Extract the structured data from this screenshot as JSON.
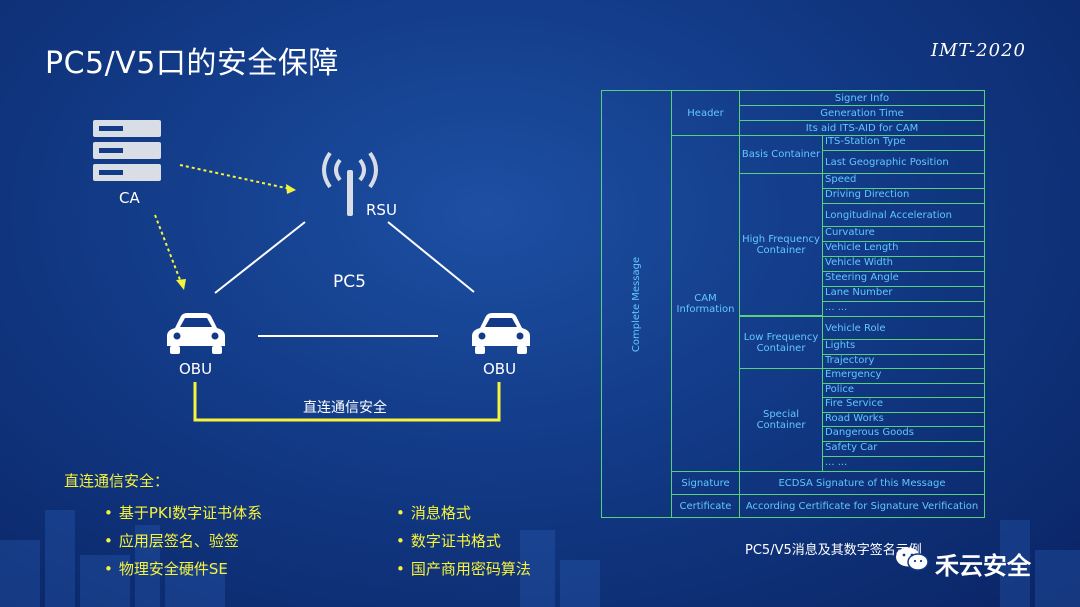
{
  "title": "PC5/V5口的安全保障",
  "logo_text": "IMT-2020",
  "diagram": {
    "ca_label": "CA",
    "rsu_label": "RSU",
    "pc5_label": "PC5",
    "obu_left_label": "OBU",
    "obu_right_label": "OBU",
    "direct_label": "直连通信安全"
  },
  "bullets": {
    "heading": "直连通信安全：",
    "left": [
      "基于PKI数字证书体系",
      "应用层签名、验签",
      "物理安全硬件SE"
    ],
    "right": [
      "消息格式",
      "数字证书格式",
      "国产商用密码算法"
    ]
  },
  "table": {
    "complete_message": "Complete Message",
    "header": "Header",
    "header_fields": [
      "Signer Info",
      "Generation Time",
      "Its aid ITS-AID for CAM"
    ],
    "cam_information": "CAM Information",
    "basis_container": "Basis Container",
    "basis_fields": [
      "ITS-Station Type",
      "Last Geographic Position"
    ],
    "high_frequency_container": "High Frequency Container",
    "high_fields": [
      "Speed",
      "Driving Direction",
      "Longitudinal Acceleration",
      "Curvature",
      "Vehicle Length",
      "Vehicle Width",
      "Steering Angle",
      "Lane Number",
      "... ..."
    ],
    "low_frequency_container": "Low Frequency Container",
    "low_fields": [
      "Vehicle Role",
      "Lights",
      "Trajectory"
    ],
    "special_container": "Special Container",
    "special_fields": [
      "Emergency",
      "Police",
      "Fire Service",
      "Road Works",
      "Dangerous Goods",
      "Safety Car",
      "... ..."
    ],
    "signature": "Signature",
    "signature_value": "ECDSA Signature of this Message",
    "certificate": "Certificate",
    "certificate_value": "According Certificate for Signature Verification"
  },
  "caption": "PC5/V5消息及其数字签名示例",
  "brand": "禾云安全"
}
